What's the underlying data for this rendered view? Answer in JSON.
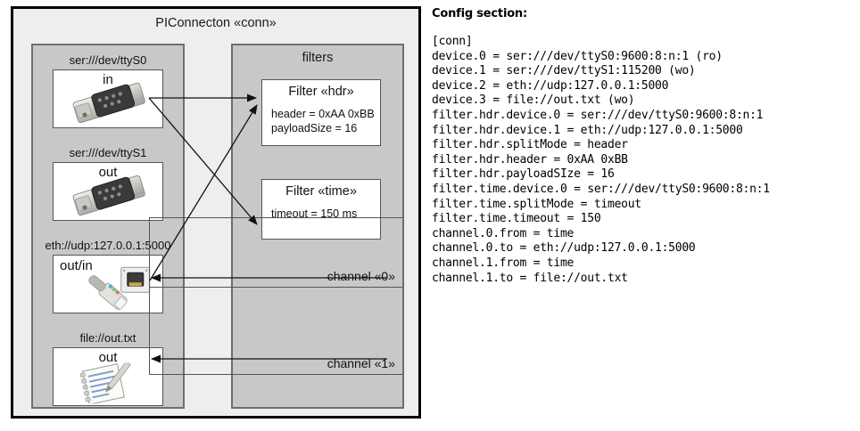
{
  "diagram": {
    "outer_title": "PIConnecton «conn»",
    "devices_panel": {
      "name": "devices",
      "groups": [
        {
          "caption": "ser:///dev/ttyS0",
          "label": "in",
          "icon": "serial-port-icon"
        },
        {
          "caption": "ser:///dev/ttyS1",
          "label": "out",
          "icon": "serial-port-icon"
        },
        {
          "caption": "eth://udp:127.0.0.1:5000",
          "label": "out/in",
          "icon": "ethernet-icon"
        },
        {
          "caption": "file://out.txt",
          "label": "out",
          "icon": "text-file-icon"
        }
      ]
    },
    "filters_panel": {
      "title": "filters",
      "filters": [
        {
          "title": "Filter «hdr»",
          "props": "header = 0xAA 0xBB\npayloadSize = 16"
        },
        {
          "title": "Filter «time»",
          "props": "timeout = 150 ms"
        }
      ],
      "channels": [
        {
          "label": "channel «0»"
        },
        {
          "label": "channel «1»"
        }
      ]
    }
  },
  "config": {
    "heading": "Config section:",
    "body": "[conn]\ndevice.0 = ser:///dev/ttyS0:9600:8:n:1 (ro)\ndevice.1 = ser:///dev/ttyS1:115200 (wo)\ndevice.2 = eth://udp:127.0.0.1:5000\ndevice.3 = file://out.txt (wo)\nfilter.hdr.device.0 = ser:///dev/ttyS0:9600:8:n:1\nfilter.hdr.device.1 = eth://udp:127.0.0.1:5000\nfilter.hdr.splitMode = header\nfilter.hdr.header = 0xAA 0xBB\nfilter.hdr.payloadSIze = 16\nfilter.time.device.0 = ser:///dev/ttyS0:9600:8:n:1\nfilter.time.splitMode = timeout\nfilter.time.timeout = 150\nchannel.0.from = time\nchannel.0.to = eth://udp:127.0.0.1:5000\nchannel.1.from = time\nchannel.1.to = file://out.txt"
  },
  "colors": {
    "panel_bg": "#c8c8c8",
    "outer_bg": "#eeeeee",
    "border_dark": "#000000",
    "border_mid": "#6e6e6e",
    "box_bg": "#ffffff"
  }
}
